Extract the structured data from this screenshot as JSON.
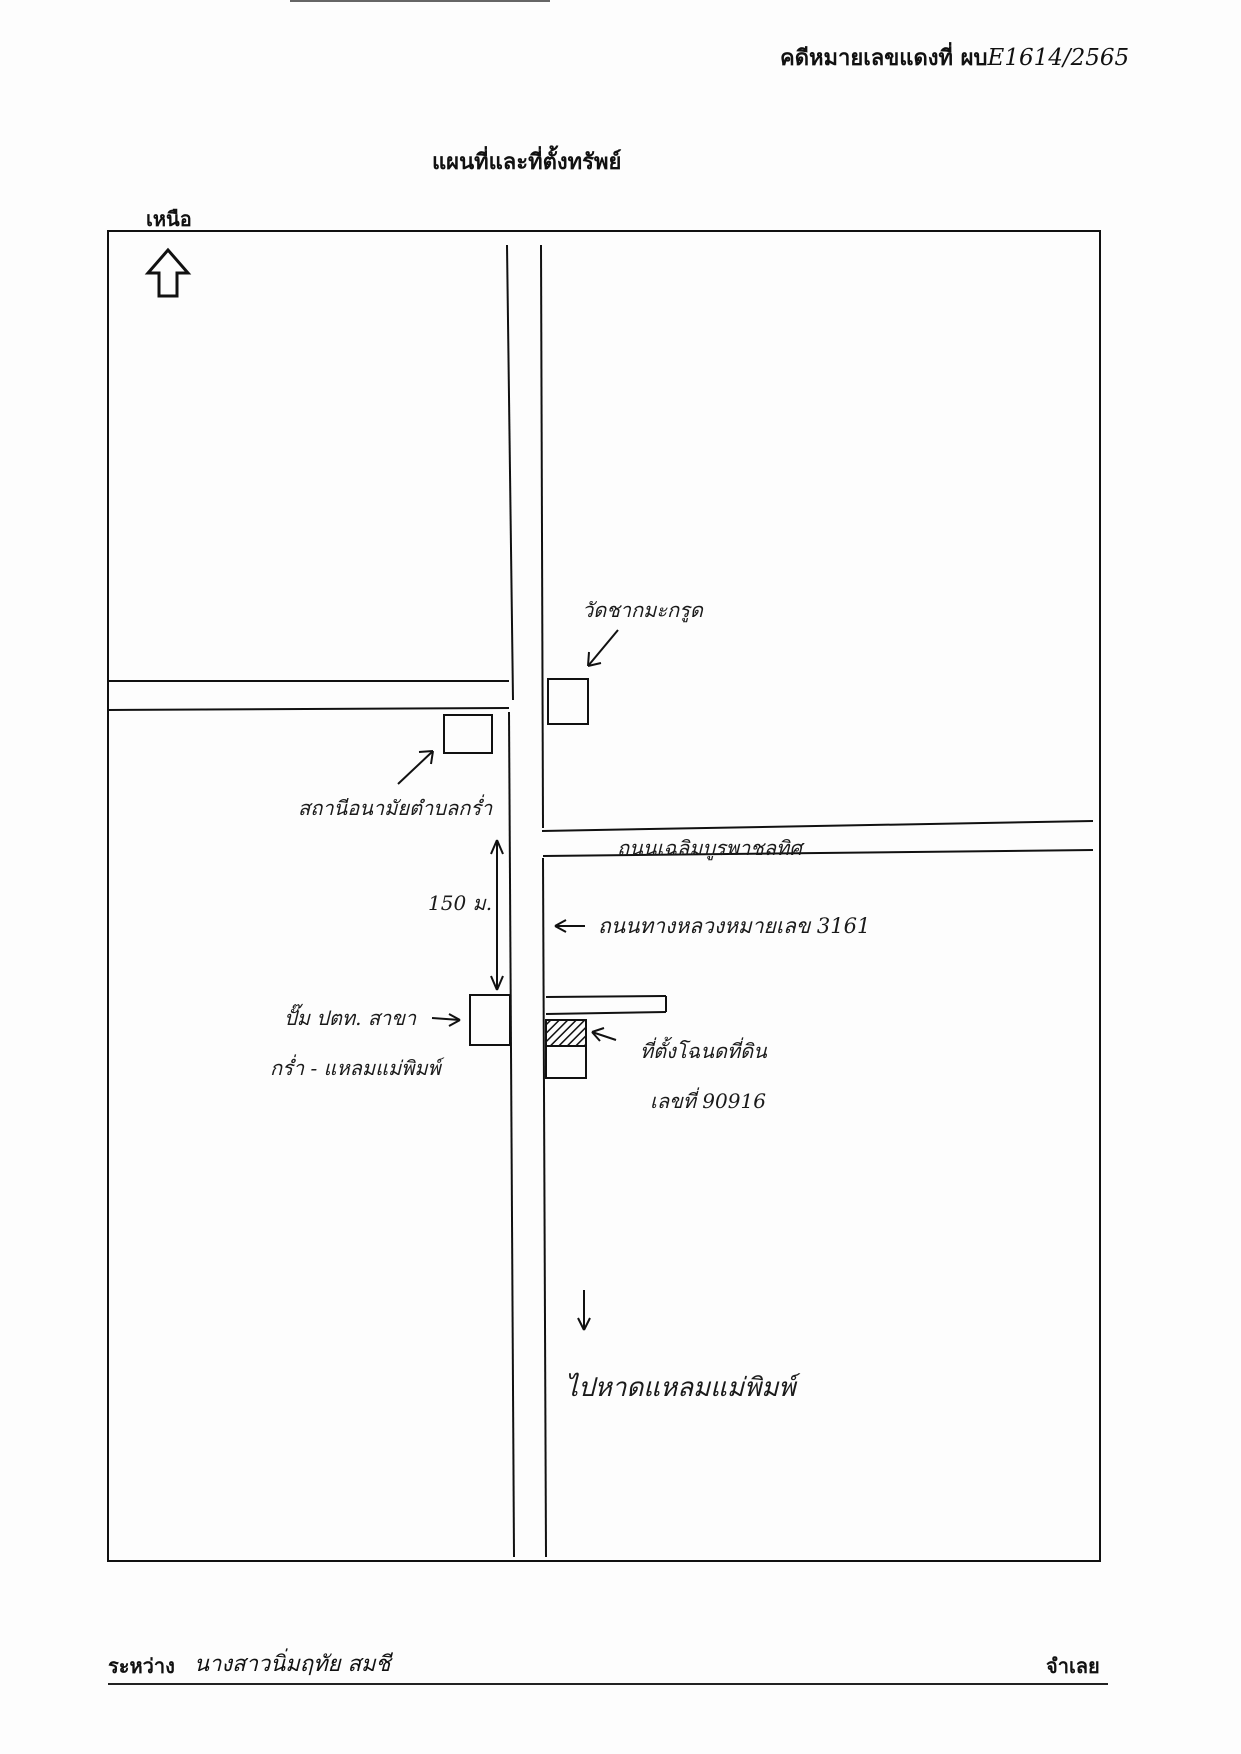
{
  "header": {
    "case_label": "คดีหมายเลขแดงที่ ผบ",
    "case_number": "E1614/2565"
  },
  "title": "แผนที่และที่ตั้งทรัพย์",
  "north_label": "เหนือ",
  "icons": {
    "north_arrow": "north-arrow-icon"
  },
  "map": {
    "labels": {
      "temple": "วัดชากมะกรูด",
      "health_station": "สถานีอนามัยตำบลกร่ำ",
      "road_name": "ถนนเฉลิมบูรพาชลทิศ",
      "distance": "150 ม.",
      "highway": "ถนนทางหลวงหมายเลข 3161",
      "gas_station_line1": "ปั๊ม ปตท. สาขา",
      "gas_station_line2": "กร่ำ - แหลมแม่พิมพ์",
      "land_line1": "ที่ตั้งโฉนดที่ดิน",
      "land_line2": "เลขที่ 90916",
      "to_beach": "ไปหาดแหลมแม่พิมพ์"
    }
  },
  "footer": {
    "between_label": "ระหว่าง",
    "between_name": "นางสาวนิ่มฤทัย สมชี",
    "defendant_label": "จำเลย"
  }
}
